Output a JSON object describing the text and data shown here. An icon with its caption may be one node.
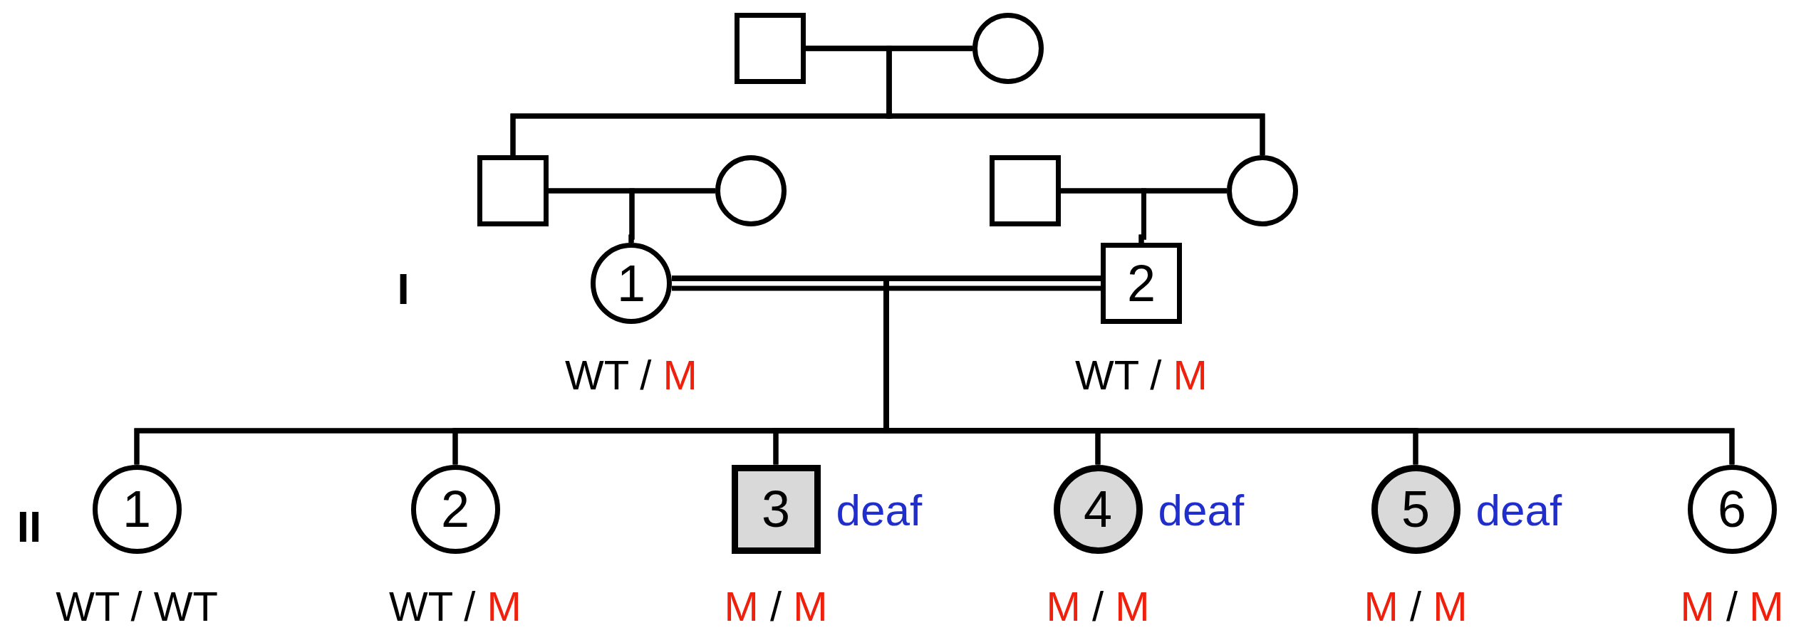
{
  "diagram": {
    "nodes": [
      {
        "text": [],
        "shape": "box"
      },
      {
        "text": [],
        "shape": "circle"
      },
      {
        "text": [],
        "shape": "box"
      },
      {
        "text": [],
        "shape": "circle"
      },
      {
        "text": [],
        "shape": "box"
      },
      {
        "text": [],
        "shape": "circle"
      },
      {
        "text": [
          "1"
        ],
        "beside": [
          "WT / M"
        ]
      },
      {
        "text": [
          "2"
        ],
        "beside": [
          "WT / M"
        ]
      },
      {
        "text": [
          "1"
        ],
        "beside": [
          "WT / WT"
        ]
      },
      {
        "text": [
          "2"
        ],
        "beside": [
          "WT / M"
        ]
      },
      {
        "text": [
          "3"
        ],
        "beside": [
          "deaf",
          "M / M"
        ]
      },
      {
        "text": [
          "4"
        ],
        "beside": [
          "deaf",
          "M / M"
        ]
      },
      {
        "text": [
          "5"
        ],
        "beside": [
          "deaf",
          "M / M"
        ]
      },
      {
        "text": [
          "6"
        ],
        "beside": [
          "M / M"
        ]
      }
    ],
    "edges": [
      {
        "from": 0,
        "to": 1,
        "arrow": "none"
      },
      {
        "from": 0,
        "to": 2,
        "arrow": "none"
      },
      {
        "from": 1,
        "to": 2,
        "arrow": "none"
      },
      {
        "from": 0,
        "to": 5,
        "arrow": "none"
      },
      {
        "from": 1,
        "to": 5,
        "arrow": "none"
      },
      {
        "from": 2,
        "to": 3,
        "arrow": "none"
      },
      {
        "from": 2,
        "to": 6,
        "arrow": "none"
      },
      {
        "from": 3,
        "to": 6,
        "arrow": "none"
      },
      {
        "from": 4,
        "to": 5,
        "arrow": "none"
      },
      {
        "from": 4,
        "to": 7,
        "arrow": "none"
      },
      {
        "from": 5,
        "to": 7,
        "arrow": "none"
      },
      {
        "from": 6,
        "to": 7,
        "arrow": "none"
      },
      {
        "from": 6,
        "to": 8,
        "arrow": "none"
      },
      {
        "from": 7,
        "to": 8,
        "arrow": "none"
      },
      {
        "from": 6,
        "to": 9,
        "arrow": "none"
      },
      {
        "from": 7,
        "to": 9,
        "arrow": "none"
      },
      {
        "from": 6,
        "to": 10,
        "arrow": "none"
      },
      {
        "from": 7,
        "to": 10,
        "arrow": "none"
      },
      {
        "from": 6,
        "to": 11,
        "arrow": "none"
      },
      {
        "from": 7,
        "to": 11,
        "arrow": "none"
      },
      {
        "from": 6,
        "to": 12,
        "arrow": "none"
      },
      {
        "from": 7,
        "to": 12,
        "arrow": "none"
      },
      {
        "from": 6,
        "to": 13,
        "arrow": "none"
      },
      {
        "from": 7,
        "to": 13,
        "arrow": "none"
      }
    ],
    "labels": [
      "I",
      "II"
    ]
  }
}
